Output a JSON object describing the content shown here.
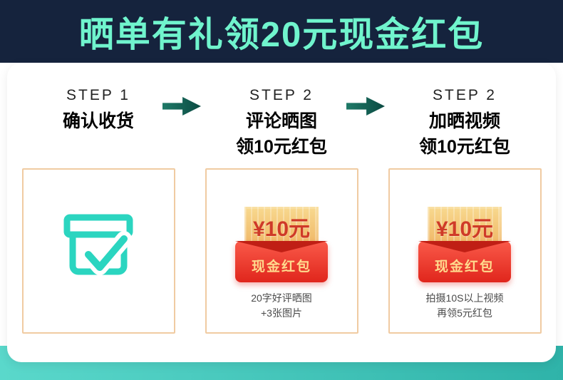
{
  "banner": {
    "title": "晒单有礼领20元现金红包"
  },
  "steps": [
    {
      "label": "STEP 1",
      "title_line1": "确认收货",
      "icon": "box-check-icon"
    },
    {
      "label": "STEP 2",
      "title_line1": "评论晒图",
      "title_line2": "领10元红包",
      "icon": "red-envelope-icon",
      "envelope": {
        "amount": "¥10元",
        "text": "现金红包"
      },
      "note_line1": "20字好评晒图",
      "note_line2": "+3张图片"
    },
    {
      "label": "STEP 2",
      "title_line1": "加晒视频",
      "title_line2": "领10元红包",
      "icon": "red-envelope-icon",
      "envelope": {
        "amount": "¥10元",
        "text": "现金红包"
      },
      "note_line1": "拍摄10S以上视频",
      "note_line2": "再领5元红包"
    }
  ],
  "colors": {
    "banner_bg": "#15233d",
    "banner_text": "#70f4cd",
    "accent_teal": "#2bd5c0",
    "arrow_teal_dark": "#0b4a42",
    "box_border": "#f0cba2",
    "envelope_red": "#e0261c",
    "envelope_gold": "#f3c878",
    "envelope_gold_text": "#ffd98d",
    "bottom_strip": "#3fc4b9"
  }
}
